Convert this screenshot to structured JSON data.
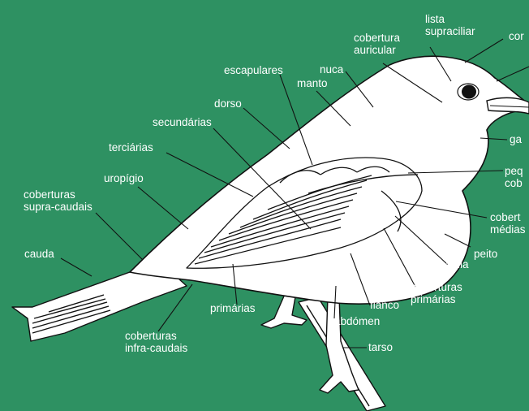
{
  "background": "#2E9162",
  "ink": "#111111",
  "bird_fill": "#ffffff",
  "labels": {
    "lista_supraciliar": [
      "lista",
      "supraciliar"
    ],
    "cobertura_auricular": [
      "cobertura",
      "auricular"
    ],
    "coroa": "cor",
    "escapulares": "escapulares",
    "nuca": "nuca",
    "manto": "manto",
    "dorso": "dorso",
    "secundarias": "secundárias",
    "tercearias": "terciárias",
    "uropigio": "uropígio",
    "coberturas_supra_caudais": [
      "coberturas",
      "supra-caudais"
    ],
    "cauda": "cauda",
    "garganta": "ga",
    "pequenas_coberturas": [
      "peq",
      "cob"
    ],
    "coberturas_medias": [
      "cobert",
      "médias"
    ],
    "peito": "peito",
    "alula": "alula",
    "coberturas_primarias": [
      "coberturas",
      "primárias"
    ],
    "flanco": "flanco",
    "abdomen": "abdómen",
    "primarias": "primárias",
    "coberturas_infra_caudais": [
      "coberturas",
      "infra-caudais"
    ],
    "tarso": "tarso"
  }
}
